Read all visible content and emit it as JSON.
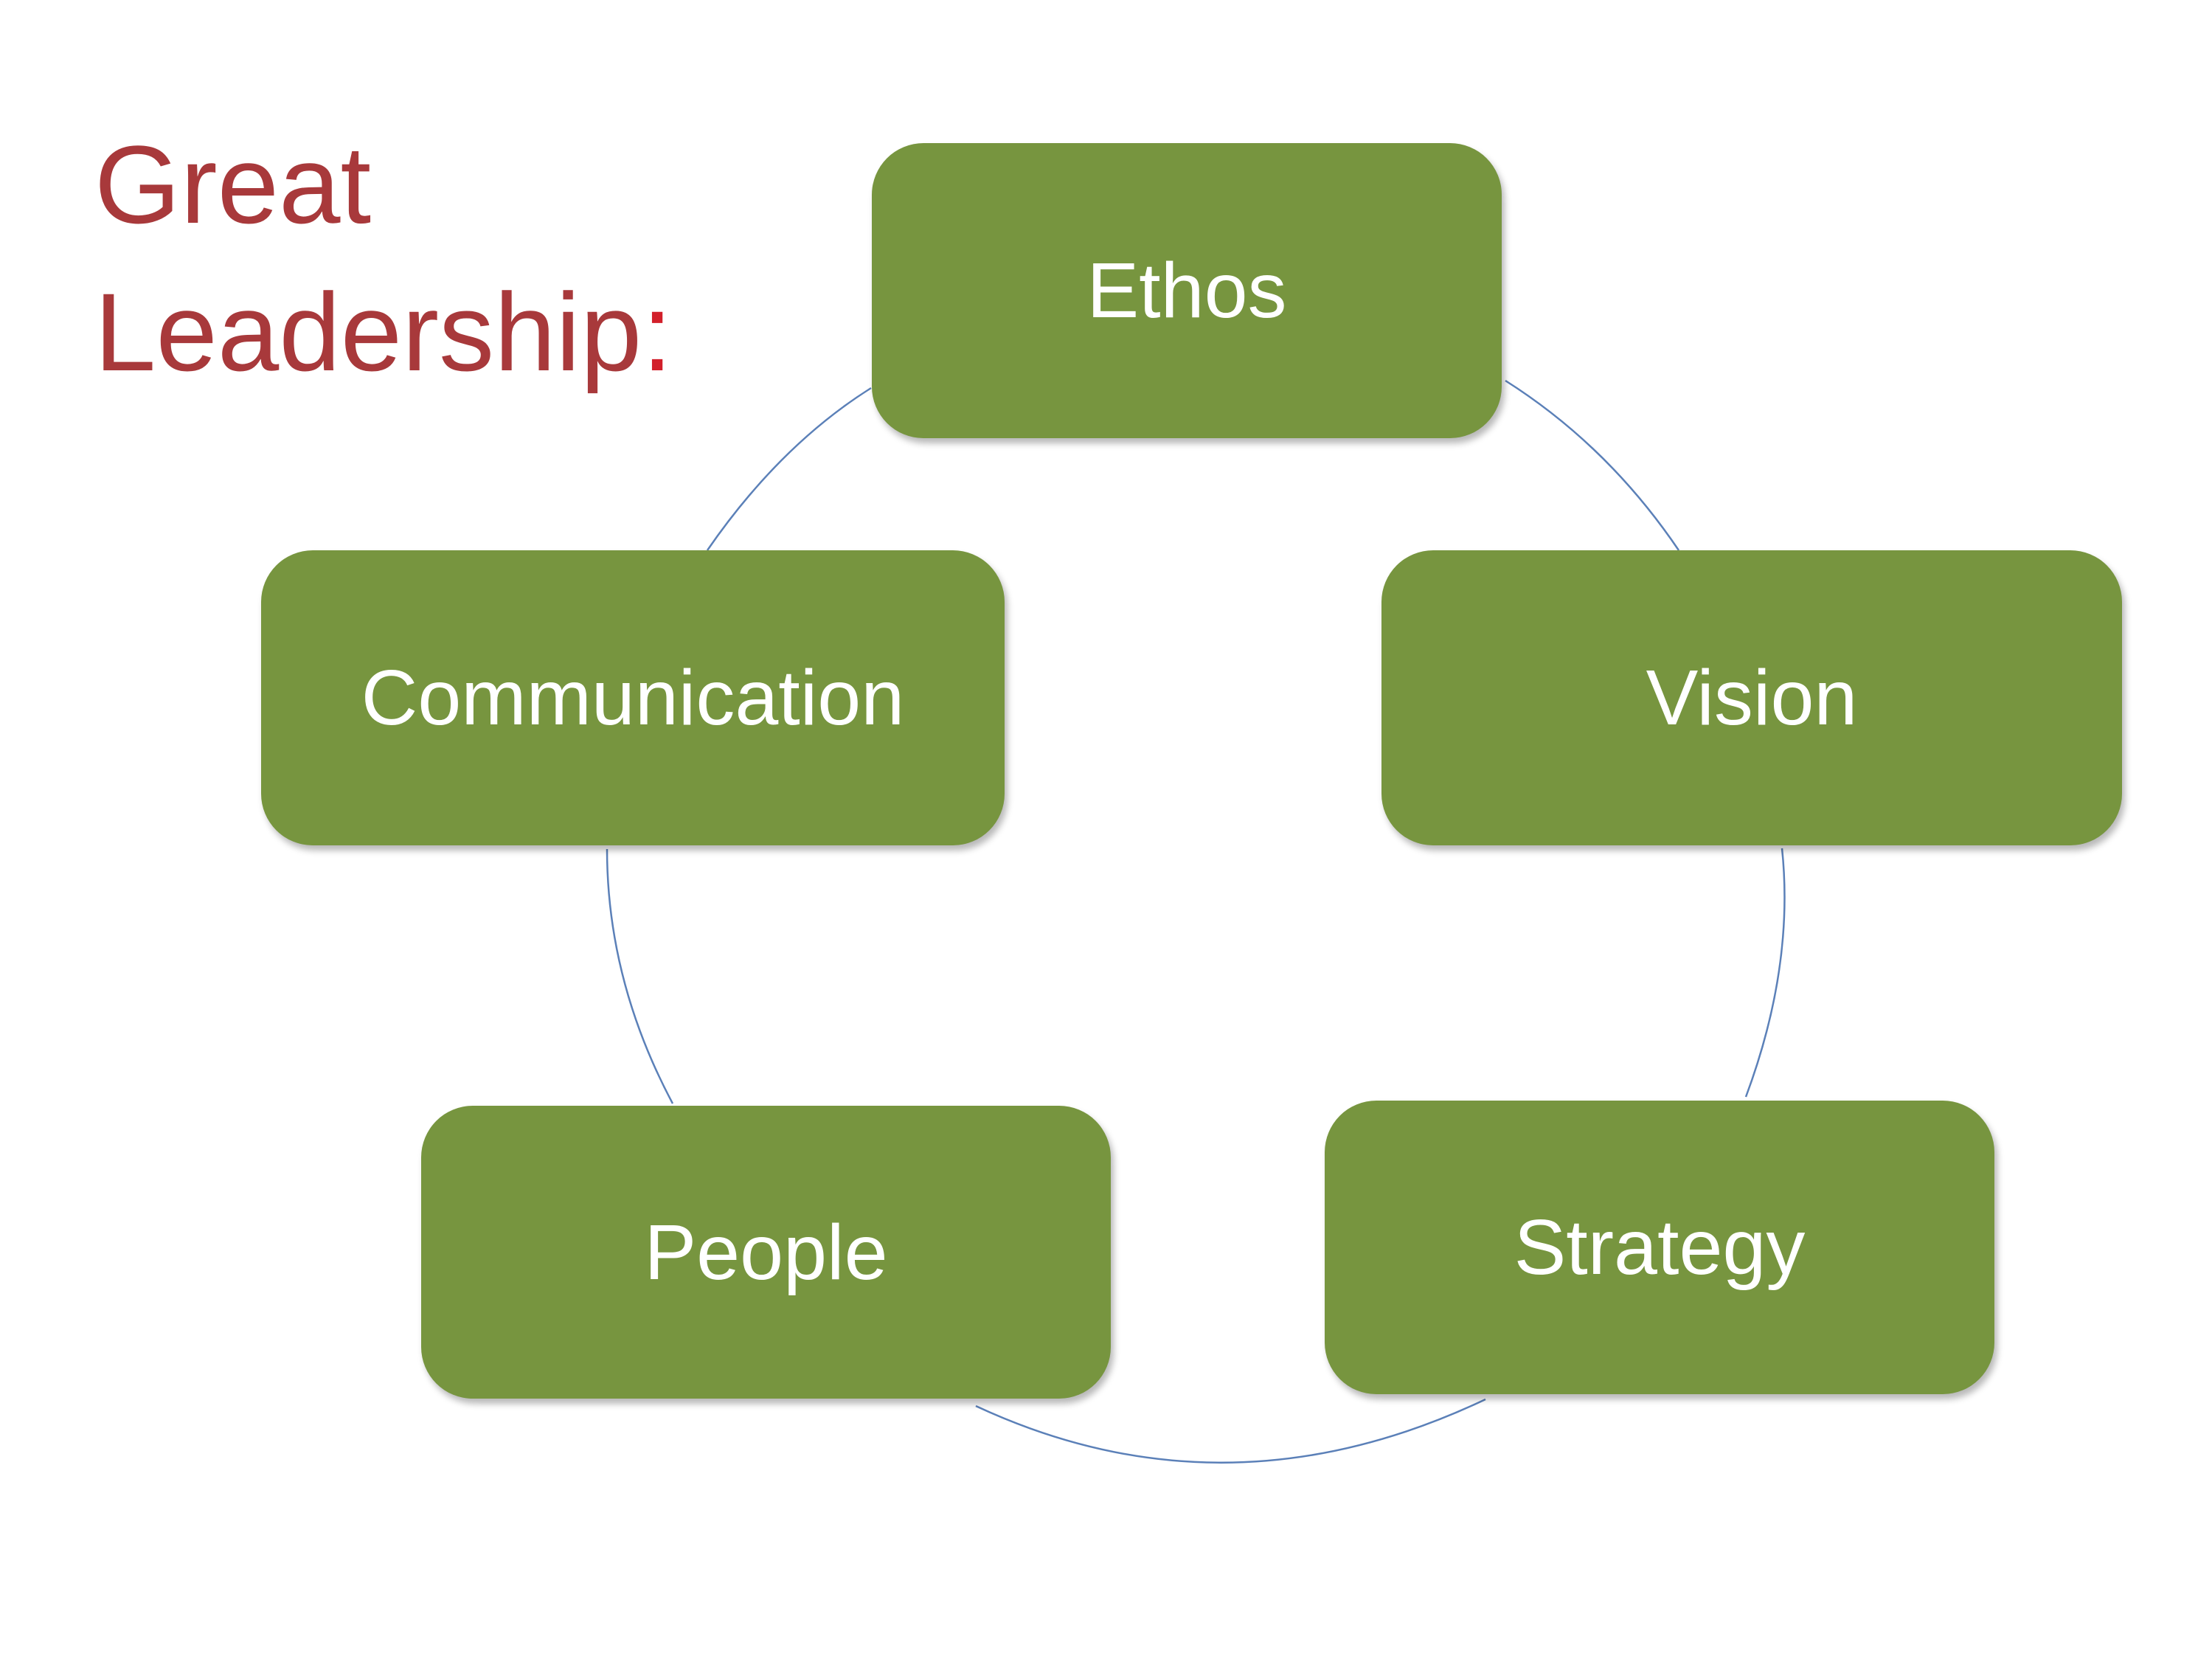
{
  "title": {
    "line1": "Great",
    "line2": "Leadership",
    "colon": ":"
  },
  "colors": {
    "title": "#a8393b",
    "colon": "#d21f2a",
    "node_fill": "#77953f",
    "node_text": "#ffffff",
    "connector": "#5b80b8",
    "background": "#ffffff"
  },
  "diagram": {
    "type": "cycle",
    "nodes": [
      {
        "label": "Ethos"
      },
      {
        "label": "Vision"
      },
      {
        "label": "Strategy"
      },
      {
        "label": "People"
      },
      {
        "label": "Communication"
      }
    ]
  }
}
